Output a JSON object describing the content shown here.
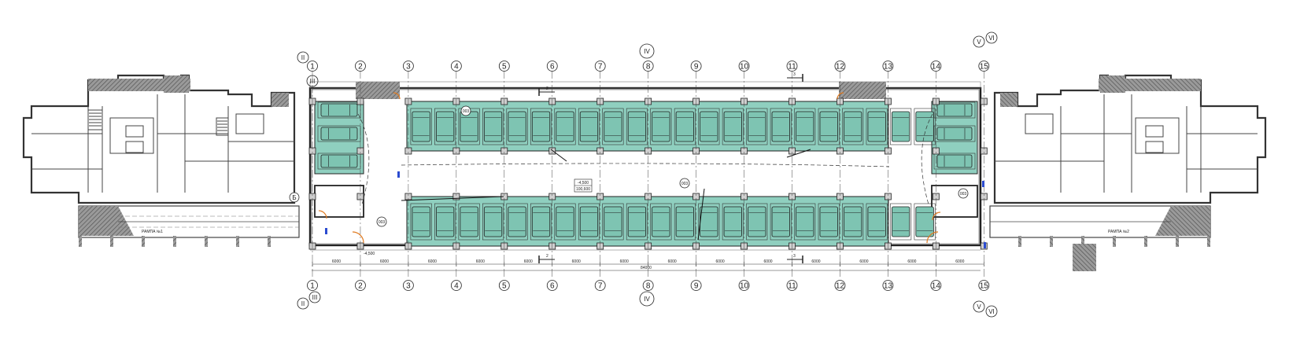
{
  "drawing": {
    "grid_top_numbers": [
      "1",
      "2",
      "3",
      "4",
      "5",
      "6",
      "7",
      "8",
      "9",
      "10",
      "11",
      "12",
      "13",
      "14",
      "15"
    ],
    "grid_bottom_numbers": [
      "1",
      "2",
      "3",
      "4",
      "5",
      "6",
      "7",
      "8",
      "9",
      "10",
      "11",
      "12",
      "13",
      "14",
      "15"
    ],
    "roman_top": {
      "left_a": "II",
      "left_b": "III",
      "center": "IV",
      "right_a": "V",
      "right_b": "VI"
    },
    "roman_bottom": {
      "left_a": "II",
      "left_b": "III",
      "center": "IV",
      "right_a": "V",
      "right_b": "VI"
    },
    "axis_letter_left": "Б",
    "section_markers": {
      "left_num": "2",
      "right_num": "3"
    },
    "span_labels": [
      "6000",
      "6000",
      "6000",
      "6000",
      "6000",
      "6000",
      "6000",
      "6000",
      "6000",
      "6000",
      "6000",
      "6000",
      "6000",
      "6000"
    ],
    "overall_length": "84000",
    "room_tags": {
      "left": "003",
      "center": "003",
      "right": "003",
      "top_left": "003"
    },
    "ramps": {
      "left": "РАМПА №1",
      "right": "РАМПА №2"
    },
    "level_marks": {
      "center_a": "-4,500",
      "center_b": "100,600"
    },
    "elevation_mark": "-4,500",
    "colors": {
      "parking": "#8fcfbf",
      "wall": "#333333",
      "hatch": "#666666",
      "door": "#e07a20",
      "accent": "#2b4bd0"
    }
  }
}
